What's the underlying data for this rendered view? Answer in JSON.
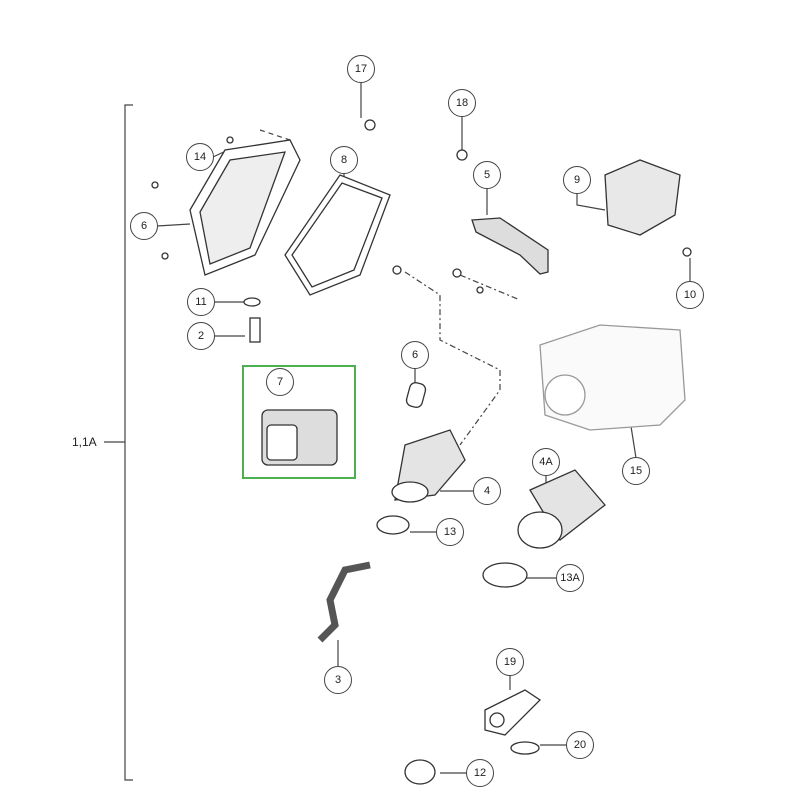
{
  "diagram": {
    "assembly_label": "1,1A",
    "highlight_color": "#4caf50",
    "callouts": [
      "17",
      "18",
      "14",
      "8",
      "5",
      "9",
      "6",
      "10",
      "11",
      "2",
      "6",
      "7",
      "4",
      "4A",
      "15",
      "13",
      "13A",
      "3",
      "19",
      "20",
      "12"
    ]
  }
}
